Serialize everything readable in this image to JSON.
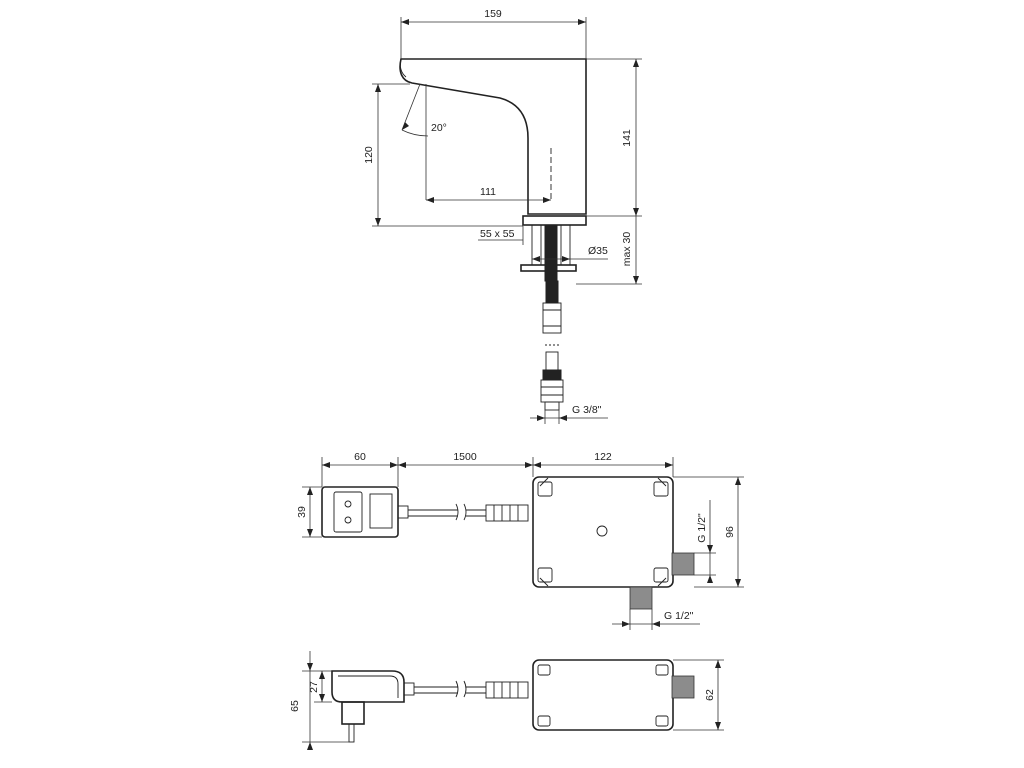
{
  "faucet_view": {
    "dim_width": "159",
    "dim_height": "141",
    "dim_spout_height": "120",
    "dim_angle": "20°",
    "dim_reach": "111",
    "dim_base": "55 x 55",
    "dim_diameter": "Ø35",
    "dim_max_thickness": "max 30",
    "dim_thread": "G 3/8\""
  },
  "control_top_view": {
    "dim_adapter_width": "60",
    "dim_cable_length": "1500",
    "dim_box_width": "122",
    "dim_adapter_height": "39",
    "dim_box_height": "96",
    "dim_outlet_thread": "G 1/2\"",
    "dim_inlet_thread": "G 1/2\""
  },
  "control_side_view": {
    "dim_plug_total": "65",
    "dim_adapter_depth": "27",
    "dim_box_depth": "62"
  }
}
